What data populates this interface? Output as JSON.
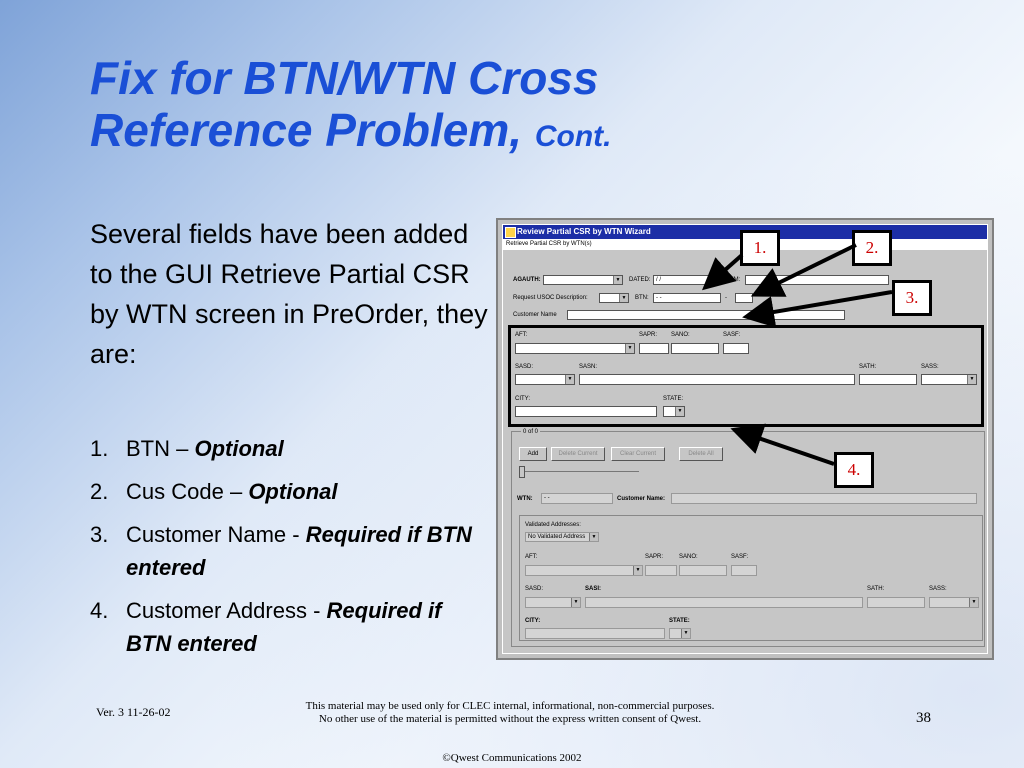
{
  "slide": {
    "title_main": "Fix for BTN/WTN Cross Reference Problem,",
    "title_suffix": "Cont.",
    "intro": "Several fields have been added to the GUI Retrieve Partial CSR by WTN screen in PreOrder, they are:",
    "items": [
      {
        "num": "1.",
        "text": "BTN –",
        "emph": "Optional"
      },
      {
        "num": "2.",
        "text": "Cus Code –",
        "emph": "Optional"
      },
      {
        "num": "3.",
        "text": "Customer Name -",
        "emph": "Required if BTN entered"
      },
      {
        "num": "4.",
        "text": "Customer Address -",
        "emph": "Required if BTN entered"
      }
    ]
  },
  "screenshot": {
    "window_title": "Review Partial CSR by WTN Wizard",
    "subheader": "Retrieve Partial CSR by WTN(s)",
    "labels": {
      "agauth": "AGAUTH:",
      "dated": "DATED:",
      "dated_value": "/ /",
      "rhm": "RHM:",
      "usoc": "Request USOC Description:",
      "btn": "BTN:",
      "btn_value": "- -",
      "dash": "-",
      "customer_name": "Customer Name",
      "aft": "AFT:",
      "sapr": "SAPR:",
      "sano": "SANO:",
      "sasf": "SASF:",
      "sasd": "SASD:",
      "sasn": "SASN:",
      "sath": "SATH:",
      "sass": "SASS:",
      "city": "CITY:",
      "state": "STATE:",
      "count": "0 of 0",
      "wtn": "WTN:",
      "wtn_value": "- -",
      "customer_name2": "Customer Name:",
      "validated": "Validated Addresses:",
      "validated_value": "No Validated Address",
      "aft2": "AFT:",
      "sapr2": "SAPR:",
      "sano2": "SANO:",
      "sasf2": "SASF:",
      "sasd2": "SASD:",
      "sasi2": "SASI:",
      "sath2": "SATH:",
      "sass2": "SASS:",
      "city2": "CITY:",
      "state2": "STATE:"
    },
    "buttons": {
      "add": "Add",
      "delete_current": "Delete Current",
      "clear_current": "Clear Current",
      "delete_all": "Delete All"
    },
    "dropdown_glyph": "▼"
  },
  "callouts": [
    "1.",
    "2.",
    "3.",
    "4."
  ],
  "footer": {
    "version": "Ver. 3   11-26-02",
    "notice_line1": "This material may be used only for CLEC internal, informational, non-commercial purposes.",
    "notice_line2": "No other use of the material is permitted without the express written consent of Qwest.",
    "page_number": "38",
    "copyright": "©Qwest Communications 2002"
  },
  "colors": {
    "title": "#1a4fd6",
    "window_title_bar": "#1c2ea6",
    "callout_text": "#c00000"
  }
}
